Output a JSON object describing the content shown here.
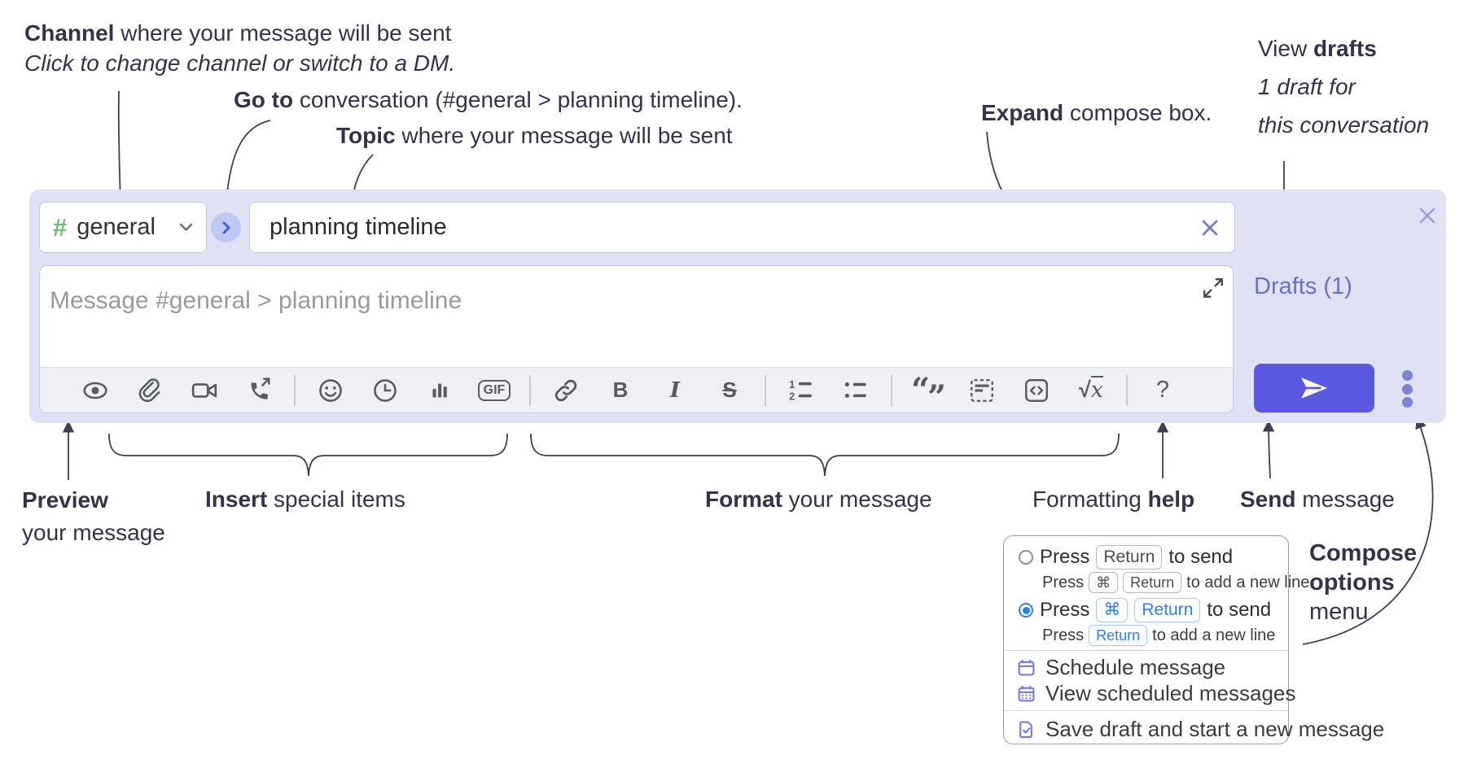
{
  "colors": {
    "panel_bg": "#dfe2f4",
    "send_accent": "#5a58e0",
    "hash_green": "#72bf7c",
    "drafts_link": "#6a70c5",
    "radio_blue": "#2d7ff0",
    "annotation_text": "#353349"
  },
  "annotations": {
    "channel": {
      "bold": "Channel",
      "rest": " where your message will be sent",
      "line2": "Click to change channel or switch to a DM."
    },
    "goto": {
      "bold": "Go to",
      "rest": " conversation (#general > planning timeline)."
    },
    "topic": {
      "bold": "Topic",
      "rest": " where your message will be sent"
    },
    "expand": {
      "bold": "Expand",
      "rest": " compose box."
    },
    "view_drafts": {
      "pre": "View ",
      "bold": "drafts",
      "line2": "1 draft for",
      "line3": "this conversation"
    },
    "preview": {
      "bold": "Preview",
      "line2": "your message"
    },
    "insert": {
      "bold": "Insert",
      "rest": " special items"
    },
    "format": {
      "bold": "Format",
      "rest": " your message"
    },
    "formatting_help": {
      "pre": "Formatting ",
      "bold": "help"
    },
    "send": {
      "bold": "Send",
      "rest": " message"
    },
    "compose_options": {
      "line1": "Compose",
      "line2": "options",
      "line3": "menu"
    }
  },
  "compose": {
    "channel": {
      "hash": "#",
      "name": "general"
    },
    "topic_input": {
      "value": "planning timeline"
    },
    "message_placeholder": "Message #general > planning timeline",
    "drafts_link": "Drafts (1)",
    "toolbar": {
      "icons": [
        "preview-eye",
        "attach-file",
        "start-video-call",
        "start-voice-call",
        "add-emoji",
        "add-global-time",
        "add-poll",
        "add-gif",
        "insert-link",
        "bold",
        "italic",
        "strikethrough",
        "numbered-list",
        "bulleted-list",
        "quote",
        "spoiler",
        "code",
        "math-latex",
        "formatting-help"
      ],
      "gif_label": "GIF",
      "bold_glyph": "B",
      "italic_glyph": "I",
      "strike_glyph": "S",
      "quote_open": "“",
      "quote_close": "”",
      "math_radical": "√",
      "math_x": "x",
      "help_glyph": "?"
    }
  },
  "popup": {
    "options": [
      {
        "main_pre": "Press",
        "main_keys": [
          "Return"
        ],
        "main_post": "to send",
        "sub_pre": "Press",
        "sub_keys": [
          "⌘",
          "Return"
        ],
        "sub_post": "to add a new line"
      },
      {
        "main_pre": "Press",
        "main_keys": [
          "⌘",
          "Return"
        ],
        "main_post": "to send",
        "sub_pre": "Press",
        "sub_keys": [
          "Return"
        ],
        "sub_post": "to add a new line"
      }
    ],
    "menu_items": [
      "Schedule message",
      "View scheduled messages",
      "Save draft and start a new message"
    ]
  }
}
